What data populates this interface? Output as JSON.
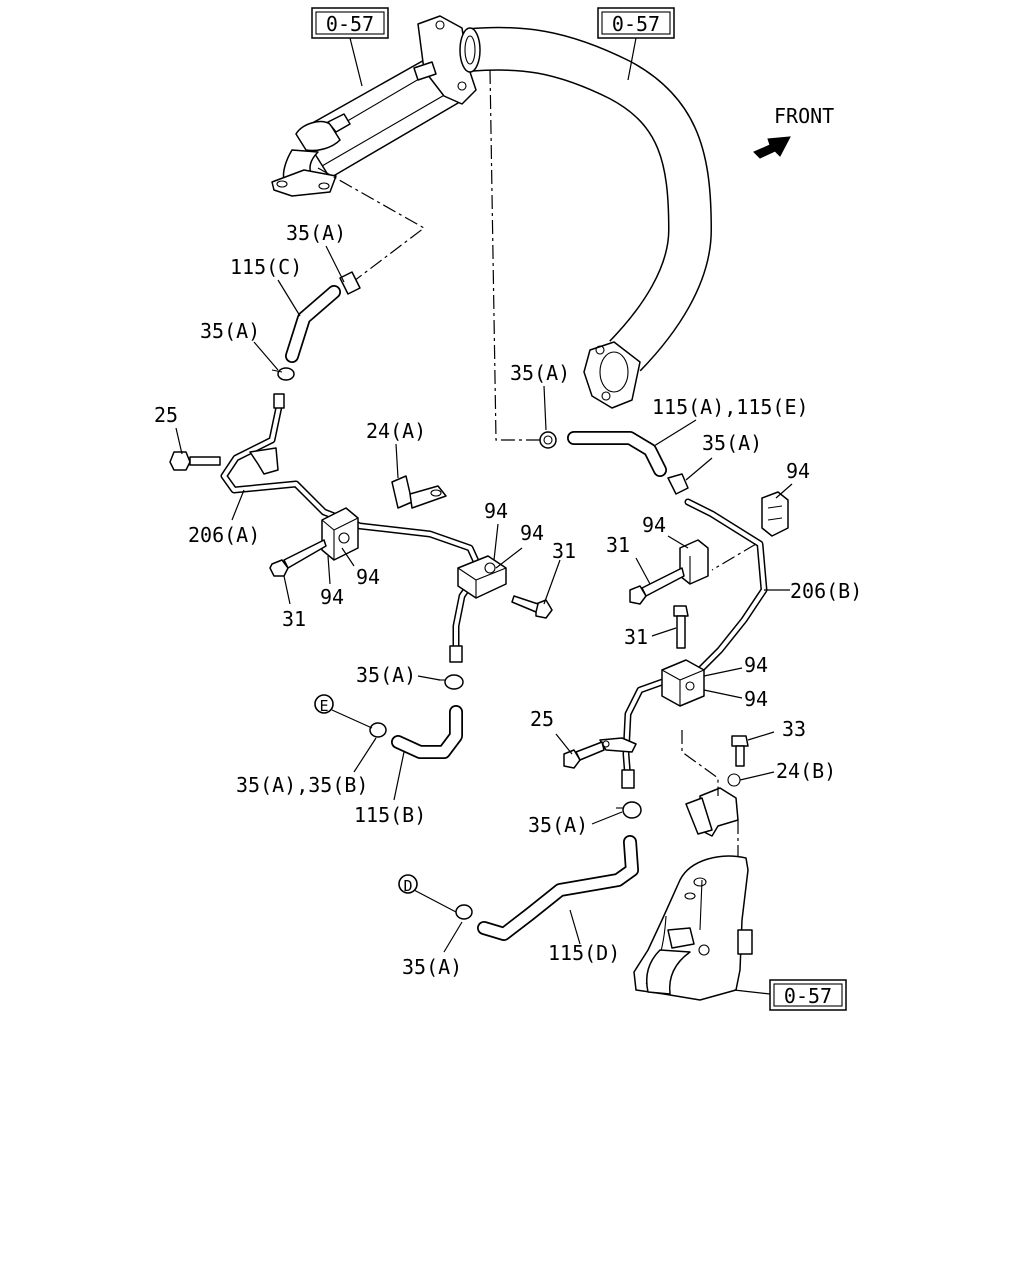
{
  "front_label": "FRONT",
  "ref_labels": {
    "ref_top_left": "0-57",
    "ref_top_right": "0-57",
    "ref_bottom": "0-57"
  },
  "circle_marks": {
    "mark_e": "E",
    "mark_d": "D"
  },
  "callouts": {
    "c35a_top": "35(A)",
    "c115c": "115(C)",
    "c35a_left": "35(A)",
    "c25_left": "25",
    "c24a": "24(A)",
    "c206a": "206(A)",
    "c94_l1": "94",
    "c94_l2": "94",
    "c94_l3": "94",
    "c94_l4": "94",
    "c31_left": "31",
    "c31_mid": "31",
    "c35a_center": "35(A)",
    "c115a_e": "115(A),115(E)",
    "c35a_right": "35(A)",
    "c94_r1": "94",
    "c94_r2": "94",
    "c31_right1": "31",
    "c206b": "206(B)",
    "c31_right2": "31",
    "c94_r3": "94",
    "c94_r4": "94",
    "c35a_mid": "35(A)",
    "c35a_35b": "35(A),35(B)",
    "c115b": "115(B)",
    "c25_right": "25",
    "c33": "33",
    "c24b": "24(B)",
    "c35a_low": "35(A)",
    "c35a_bottom": "35(A)",
    "c115d": "115(D)"
  }
}
